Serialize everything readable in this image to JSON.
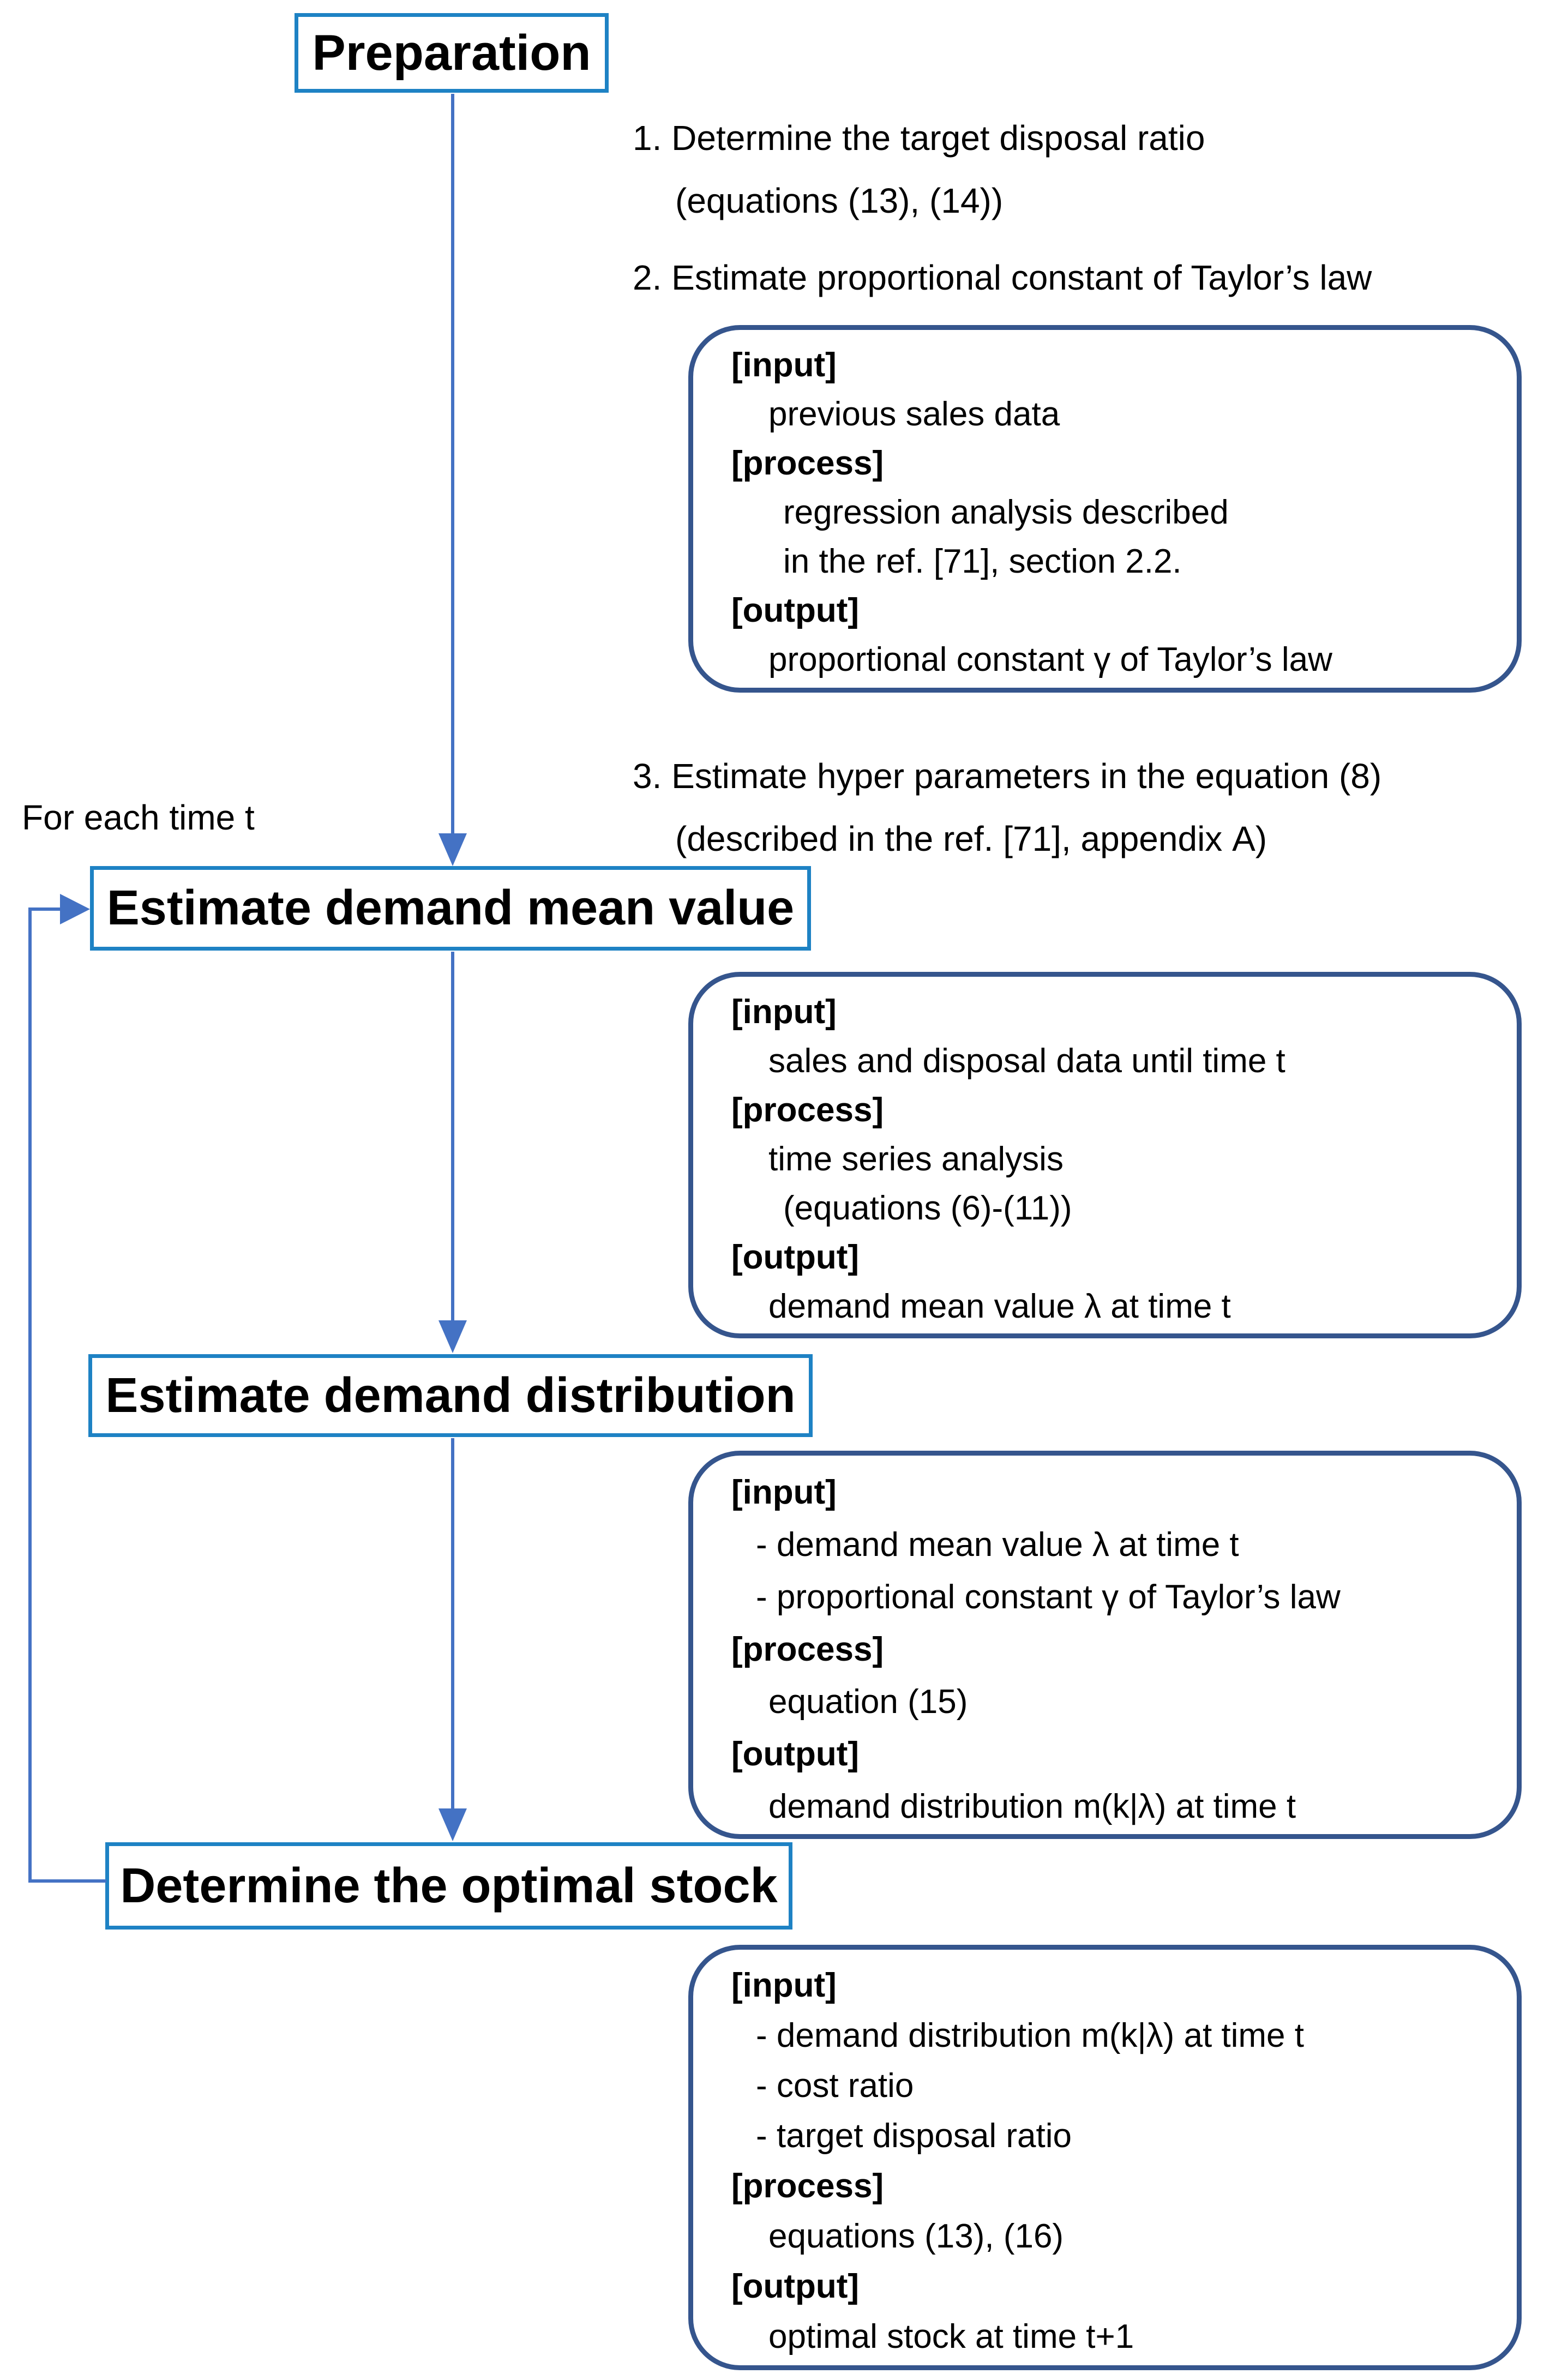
{
  "colors": {
    "flow_box_border": "#1e82c4",
    "io_box_border": "#35558d",
    "connector": "#4472c4",
    "text": "#000000",
    "background": "#ffffff"
  },
  "preparation": {
    "label": "Preparation"
  },
  "loop_label": "For each time t",
  "steps": [
    {
      "line1": "1. Determine the target disposal ratio",
      "line2": "(equations (13), (14))"
    },
    {
      "line1": "2. Estimate proportional constant of Taylor’s law",
      "line2": ""
    },
    {
      "line1": "3. Estimate hyper parameters in the equation (8)",
      "line2": "(described in the ref. [71], appendix A)"
    }
  ],
  "flow_boxes": [
    {
      "label": "Estimate demand mean value"
    },
    {
      "label": "Estimate demand distribution"
    },
    {
      "label": "Determine the optimal stock"
    }
  ],
  "io_boxes": [
    {
      "lines": [
        "[input]",
        "previous sales data",
        "[process]",
        "regression analysis described",
        "in the ref. [71], section 2.2.",
        "[output]",
        "proportional constant γ of Taylor’s law"
      ]
    },
    {
      "lines": [
        "[input]",
        "sales and disposal data until time t",
        "[process]",
        "time series analysis",
        "(equations (6)-(11))",
        "[output]",
        "demand mean value λ at time t"
      ]
    },
    {
      "lines": [
        "[input]",
        "- demand mean value λ at time t",
        "- proportional constant γ of Taylor’s law",
        "[process]",
        "equation (15)",
        "[output]",
        "demand distribution m(k|λ) at time t"
      ]
    },
    {
      "lines": [
        "[input]",
        "- demand distribution m(k|λ) at time t",
        "- cost ratio",
        "- target disposal ratio",
        "[process]",
        "equations (13), (16)",
        "[output]",
        "optimal stock at time t+1"
      ]
    }
  ]
}
